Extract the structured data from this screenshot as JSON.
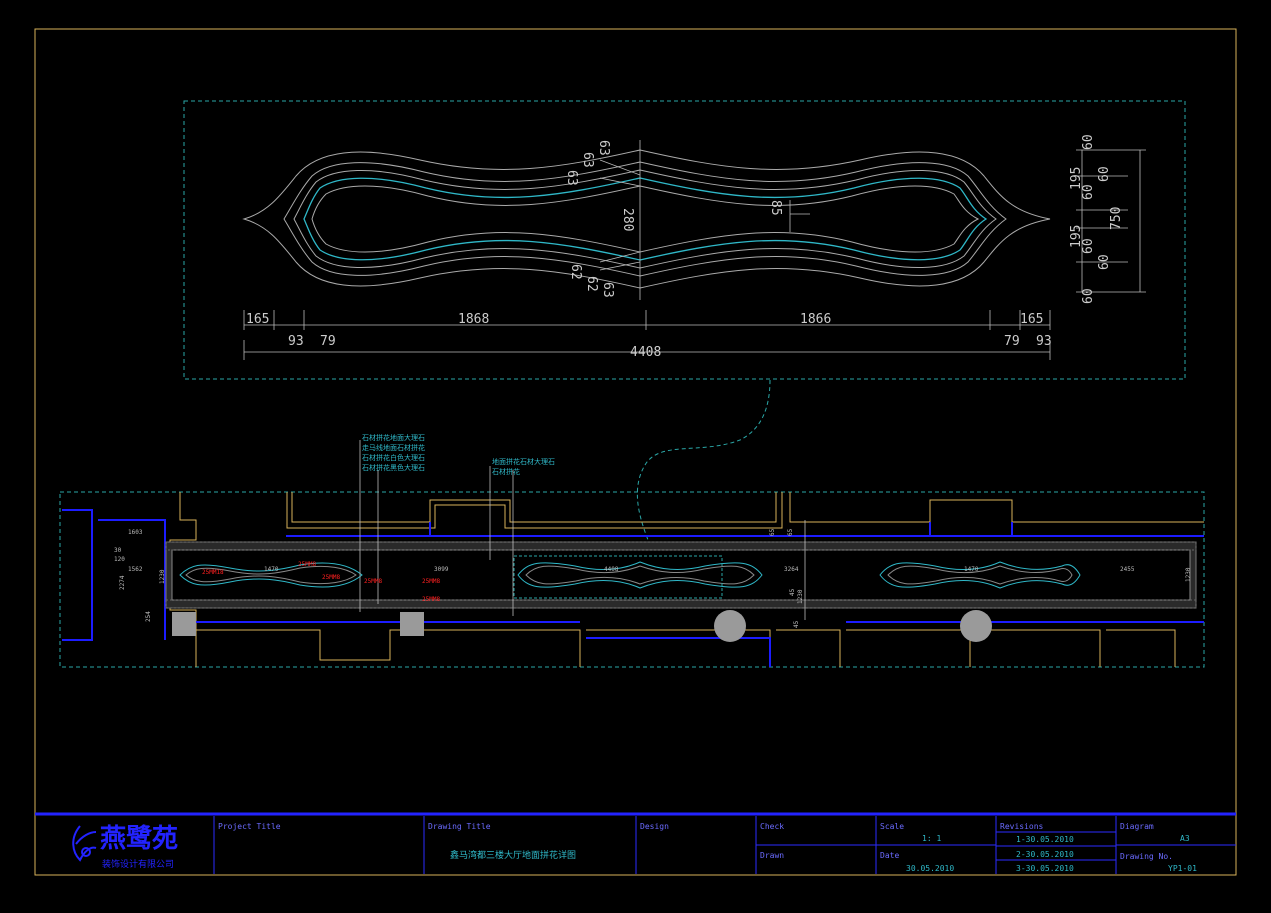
{
  "detail": {
    "top_dims": [
      "63",
      "63",
      "63"
    ],
    "center_height": "280",
    "right_offset": "85",
    "bottom_dims": [
      "62",
      "62",
      "63"
    ],
    "horizontal_dims": [
      "165",
      "1868",
      "1866",
      "165"
    ],
    "sub_dims_left": [
      "93",
      "79"
    ],
    "sub_dims_right": [
      "79",
      "93"
    ],
    "total_width": "4408",
    "vertical_dims": [
      "60",
      "195",
      "60",
      "60",
      "195",
      "60",
      "60",
      "60"
    ],
    "total_height": "750"
  },
  "plan": {
    "dims": [
      "1603",
      "1562",
      "1470",
      "3099",
      "4408",
      "3264",
      "1470",
      "2455",
      "254",
      "2274",
      "30",
      "120",
      "1230",
      "1230",
      "1230",
      "65",
      "65",
      "45",
      "45"
    ],
    "note_labels": [
      "25MM18",
      "25MM8",
      "25MM8",
      "25MM8",
      "25MM8",
      "25MM8"
    ],
    "legend_left": [
      "石材拼花地面大理石",
      "走马线地面石材拼花",
      "石材拼花白色大理石",
      "石材拼花黑色大理石"
    ],
    "legend_right": [
      "地面拼花石材大理石",
      "石材拼花"
    ]
  },
  "title_block": {
    "company_name": "燕鹭苑",
    "company_sub": "装饰设计有限公司",
    "project_title_label": "Project Title",
    "drawing_title_label": "Drawing  Title",
    "drawing_title": "鑫马湾都三楼大厅地面拼花详图",
    "design_label": "Design",
    "check_label": "Check",
    "drawn_label": "Drawn",
    "scale_label": "Scale",
    "scale_value": "1: 1",
    "date_label": "Date",
    "date_value": "30.05.2010",
    "revisions_label": "Revisions",
    "revisions": [
      "1-30.05.2010",
      "2-30.05.2010",
      "3-30.05.2010"
    ],
    "diagram_label": "Diagram",
    "diagram_value": "A3",
    "drawing_no_label": "Drawing No.",
    "drawing_no_value": "YP1-01"
  }
}
